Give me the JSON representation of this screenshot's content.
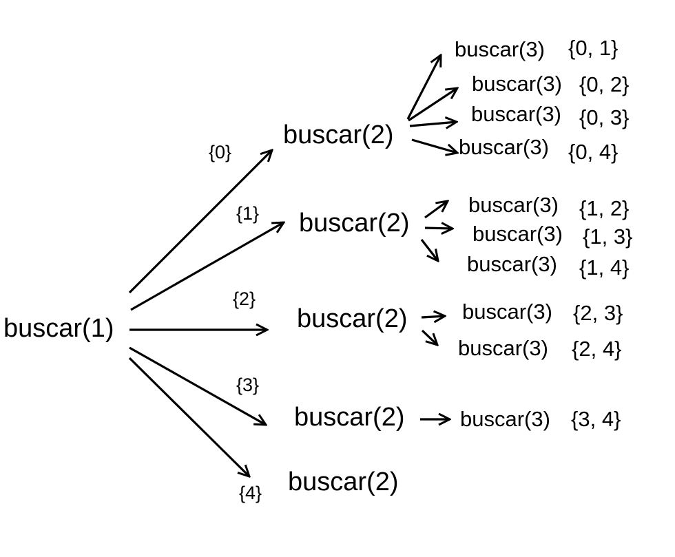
{
  "root": {
    "label": "buscar(1)"
  },
  "level2": [
    {
      "label": "buscar(2)",
      "edge_label": "{0}"
    },
    {
      "label": "buscar(2)",
      "edge_label": "{1}"
    },
    {
      "label": "buscar(2)",
      "edge_label": "{2}"
    },
    {
      "label": "buscar(2)",
      "edge_label": "{3}"
    },
    {
      "label": "buscar(2)",
      "edge_label": "{4}"
    }
  ],
  "level3": [
    {
      "label": "buscar(3)",
      "set": "{0, 1}"
    },
    {
      "label": "buscar(3)",
      "set": "{0, 2}"
    },
    {
      "label": "buscar(3)",
      "set": "{0, 3}"
    },
    {
      "label": "buscar(3)",
      "set": "{0, 4}"
    },
    {
      "label": "buscar(3)",
      "set": "{1, 2}"
    },
    {
      "label": "buscar(3)",
      "set": "{1, 3}"
    },
    {
      "label": "buscar(3)",
      "set": "{1, 4}"
    },
    {
      "label": "buscar(3)",
      "set": "{2, 3}"
    },
    {
      "label": "buscar(3)",
      "set": "{2, 4}"
    },
    {
      "label": "buscar(3)",
      "set": "{3, 4}"
    }
  ]
}
